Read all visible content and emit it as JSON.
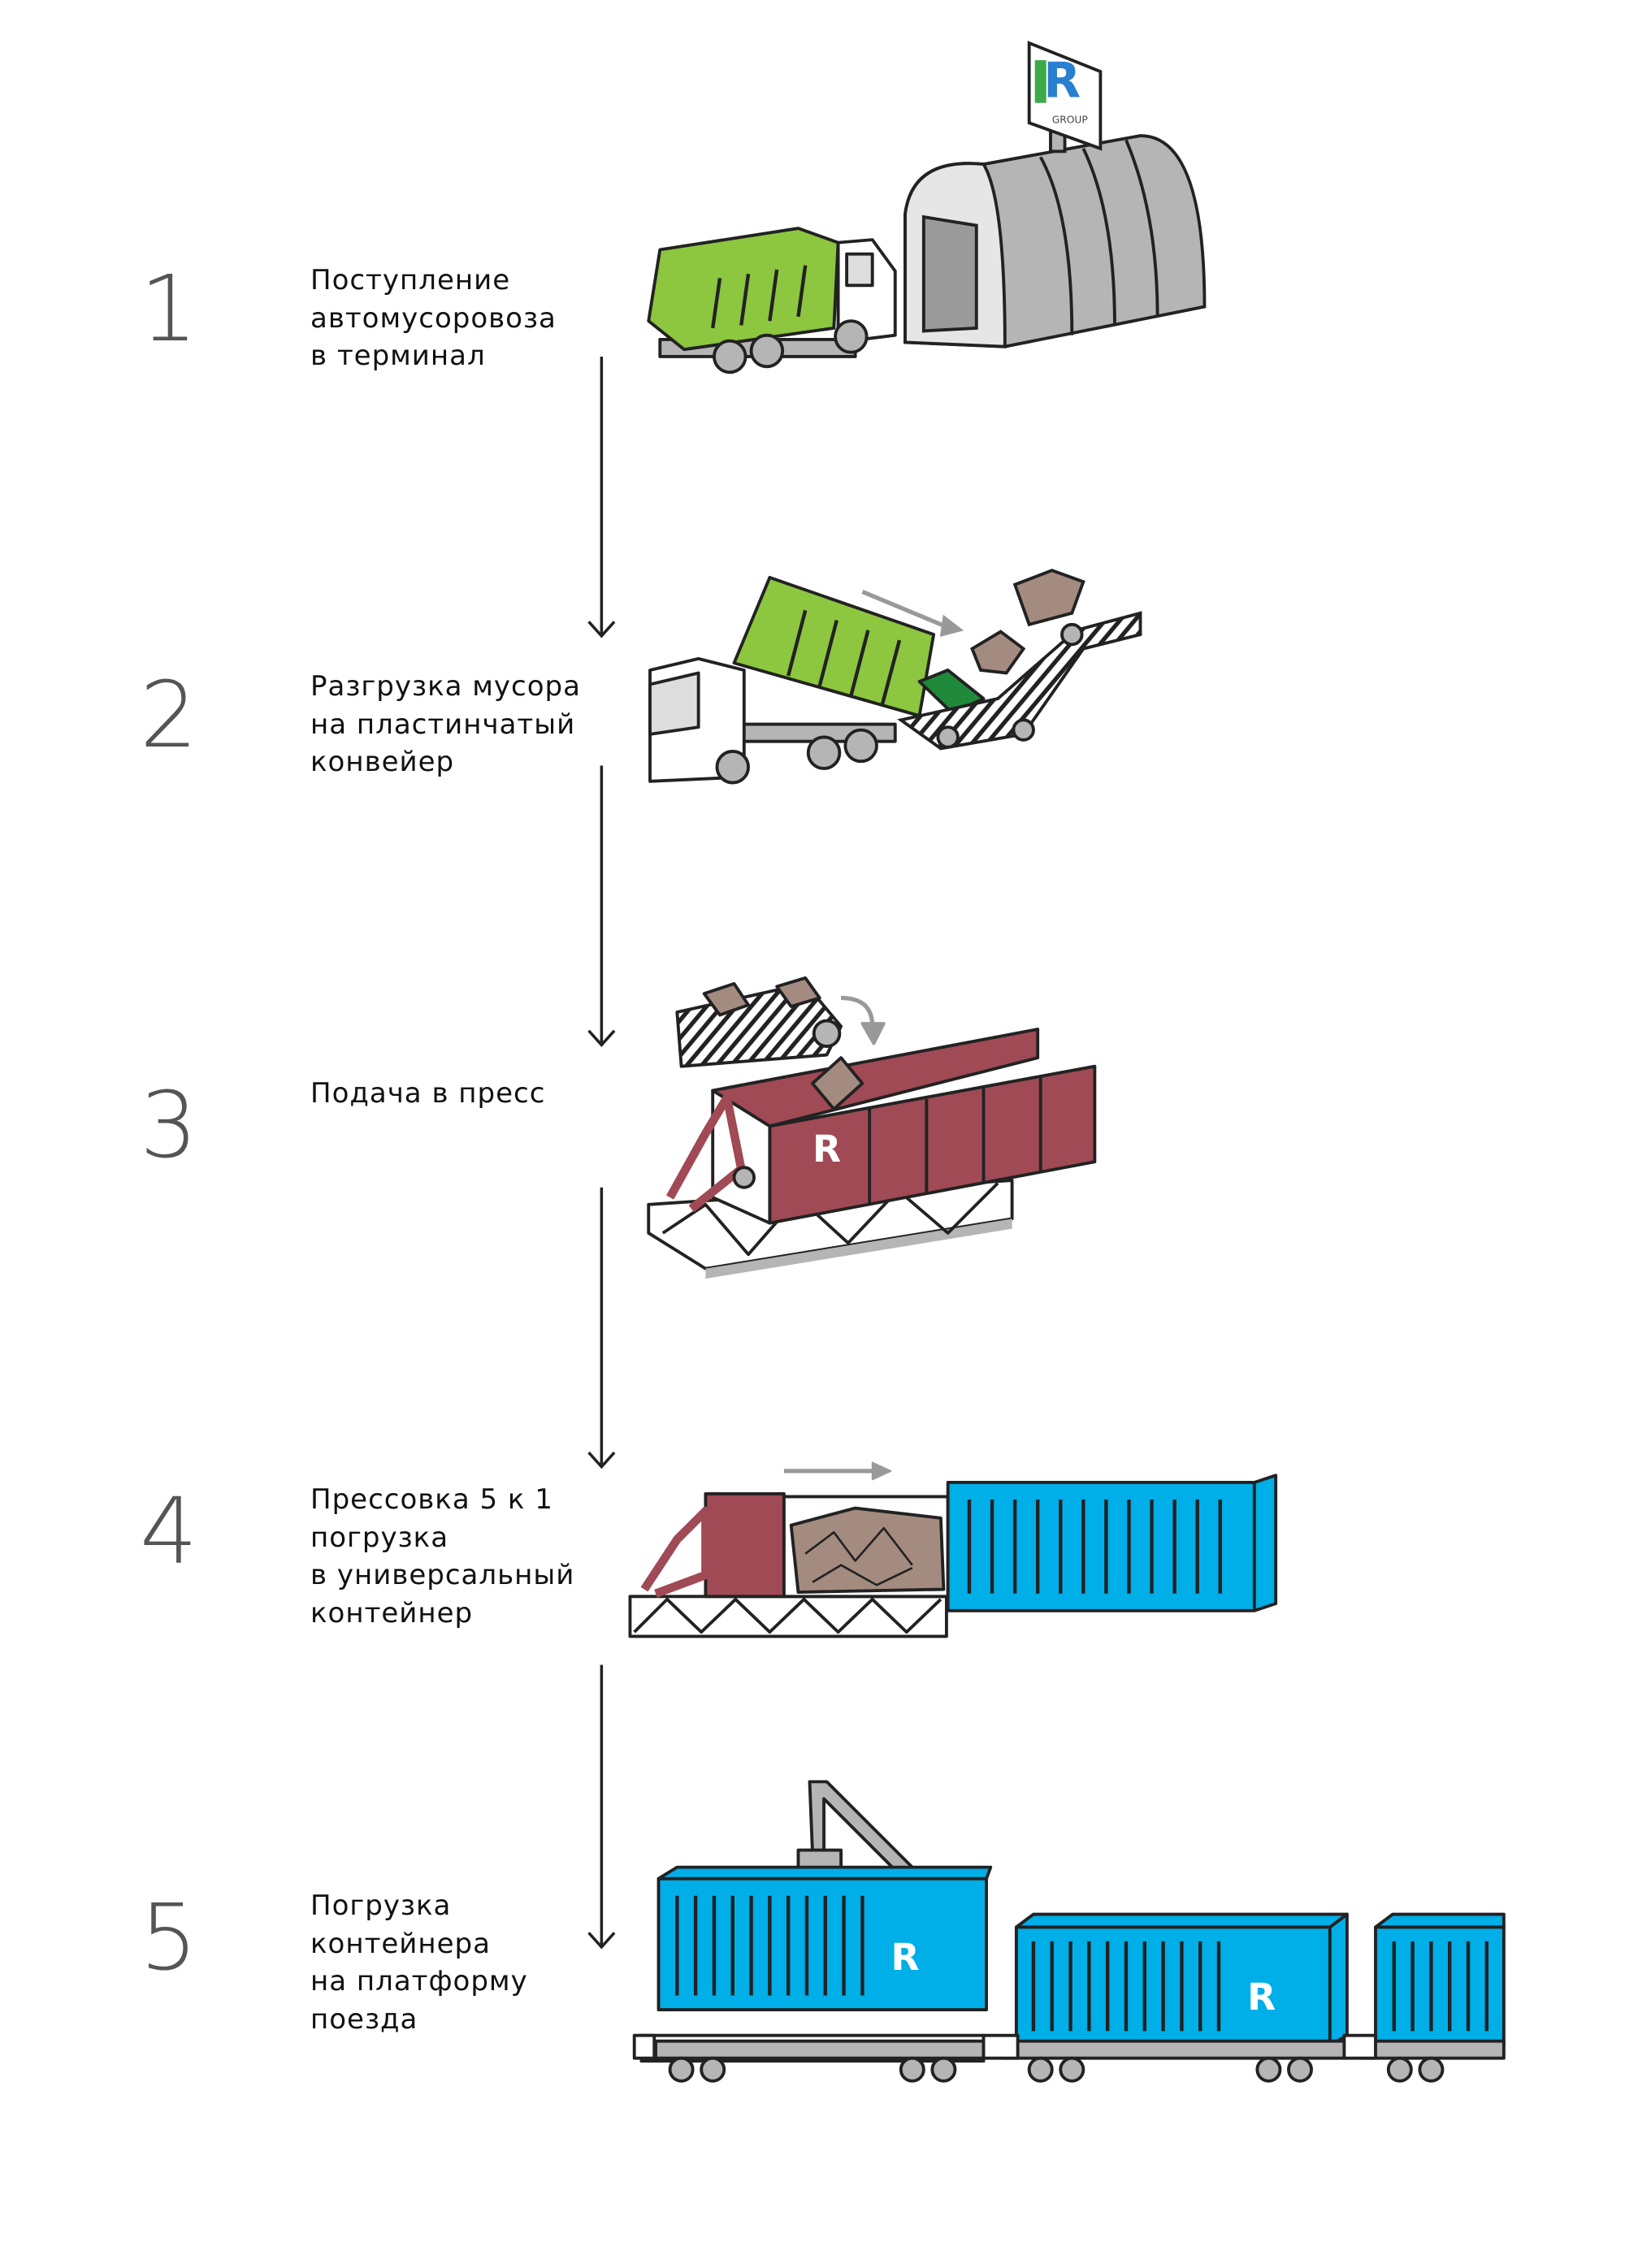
{
  "steps": [
    {
      "number": "1",
      "lines": [
        "Поступление",
        "автомусоровоза",
        "в терминал"
      ]
    },
    {
      "number": "2",
      "lines": [
        "Разгрузка мусора",
        "на пластинчатый",
        "конвейер"
      ]
    },
    {
      "number": "3",
      "lines": [
        "Подача в пресс"
      ]
    },
    {
      "number": "4",
      "lines": [
        "Прессовка 5 к 1",
        "погрузка",
        "в универсальный",
        "контейнер"
      ]
    },
    {
      "number": "5",
      "lines": [
        "Погрузка",
        "контейнера",
        "на платформу",
        "поезда"
      ]
    }
  ],
  "logo": {
    "letter": "R",
    "sub": "GROUP"
  },
  "colors": {
    "truck_green": "#8dc63f",
    "press_maroon": "#a04a55",
    "container_blue": "#00aee8",
    "gray": "#b5b5b5",
    "debris": "#a48b80",
    "outline": "#222222"
  }
}
